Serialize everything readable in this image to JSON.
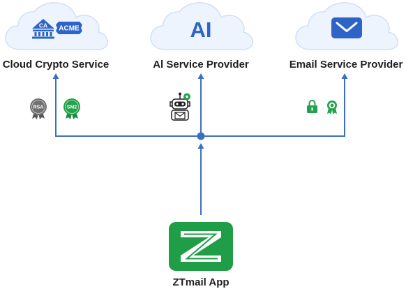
{
  "nodes": {
    "crypto": {
      "label": "Cloud Crypto Service",
      "ca_text": "CA",
      "acme_text": "ACME",
      "algorithms": [
        "RSA",
        "SM2"
      ],
      "icons": [
        "bank-icon",
        "acme-badge-icon",
        "rsa-seal-icon",
        "sm2-seal-icon"
      ]
    },
    "ai": {
      "label": "Al Service Provider",
      "logo_text": "AI",
      "icons": [
        "robot-mail-icon",
        "gear-badge-icon"
      ]
    },
    "email": {
      "label": "Email Service Provider",
      "icons": [
        "envelope-icon",
        "lock-icon",
        "award-icon"
      ]
    }
  },
  "app": {
    "label": "ZTmail App",
    "icon": "ztmail-logo-icon"
  },
  "colors": {
    "connector": "#3d6fc1",
    "cloud_fill": "#eef4fd",
    "cloud_stroke": "#cfe0f6",
    "brand_blue": "#2e64c8",
    "green": "#22a24a",
    "seal_grey": "#707070",
    "app_green": "#1f9d47",
    "label_text": "#1f1f1f"
  }
}
